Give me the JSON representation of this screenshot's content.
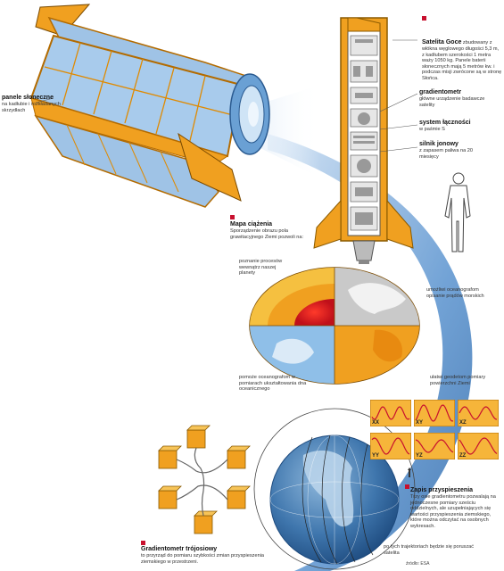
{
  "labels": {
    "panels": {
      "title": "panele słoneczne",
      "text": "na kadłubie i rozkładanych skrzydłach"
    },
    "satellite": {
      "title": "Satelita Goce",
      "text": "zbudowany z włókna węglowego długości 5,3 m, z kadłubem szerokości 1 metra waży 1050 kg. Panele baterii słonecznych mają 5 metrów kw. i podczas misji zwrócone są w stronę Słońca."
    },
    "gradiometer": {
      "title": "gradientometr",
      "text": "główne urządzenie badawcze satelity"
    },
    "comms": {
      "title": "system łączności",
      "text": "w paśmie S"
    },
    "engine": {
      "title": "silnik jonowy",
      "text": "z zapasem paliwa na 20 miesięcy"
    },
    "gravity_map": {
      "title": "Mapa ciążenia",
      "text": "Sporządzenie obrazu pola grawitacyjnego Ziemi pozwoli na:"
    },
    "benefit_interior": "poznanie procesów wewnątrz naszej planety",
    "benefit_currents": "umożliwi oceanografom opisanie prądów morskich",
    "benefit_ocean": "pomoże oceanografom w pomiarach ukształtowania dna oceanicznego",
    "benefit_geodesy": "ułatwi geodetom pomiary powierzchni Ziemi",
    "record": {
      "title": "Zapis przyspieszenia",
      "text": "Trzy osie gradientometru pozwalają na jednoczesne pomiary sześciu oddzielnych, ale uzupełniających się wartości przyspieszenia ziemskiego, które można odczytać na osobnych wykresach."
    },
    "triaxial": {
      "title": "Gradientometr trójosiowy",
      "text": "to przyrząd do pomiaru szybkości zmian przyspieszenia ziemskiego w przestrzeni."
    },
    "trajectory": "po tych trajektoriach będzie się poruszać satelita",
    "source": "źródło: ESA"
  },
  "axes": [
    "XX",
    "XY",
    "XZ",
    "YY",
    "YZ",
    "ZZ"
  ],
  "colors": {
    "accent": "#c8102e",
    "orange": "#f0a020",
    "panel_blue": "#9fc3e6",
    "ocean": "#2f6aa6",
    "arc": "#4a86c8"
  }
}
